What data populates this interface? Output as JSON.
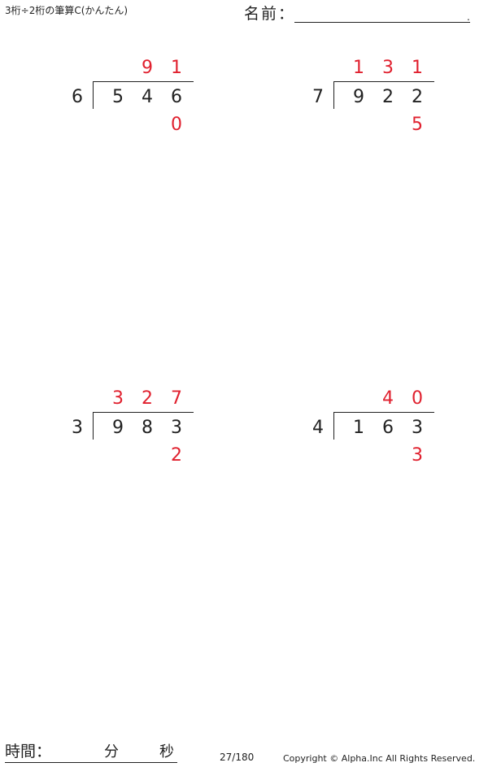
{
  "header": {
    "title": "3桁÷2桁の筆算C(かんたん)",
    "name_label": "名前：",
    "name_end_dot": "."
  },
  "problems": [
    {
      "divisor": "6",
      "dividend": [
        "5",
        "4",
        "6"
      ],
      "quotient": [
        "",
        "9",
        "1"
      ],
      "remainder": "0"
    },
    {
      "divisor": "7",
      "dividend": [
        "9",
        "2",
        "2"
      ],
      "quotient": [
        "1",
        "3",
        "1"
      ],
      "remainder": "5"
    },
    {
      "divisor": "3",
      "dividend": [
        "9",
        "8",
        "3"
      ],
      "quotient": [
        "3",
        "2",
        "7"
      ],
      "remainder": "2"
    },
    {
      "divisor": "4",
      "dividend": [
        "1",
        "6",
        "3"
      ],
      "quotient": [
        "",
        "4",
        "0"
      ],
      "remainder": "3"
    }
  ],
  "footer": {
    "time_label": "時間：",
    "minutes_label": "分",
    "seconds_label": "秒",
    "page_number": "27/180",
    "copyright": "Copyright © Alpha.Inc All Rights Reserved."
  },
  "colors": {
    "answer": "#e0202e",
    "text": "#222222"
  }
}
